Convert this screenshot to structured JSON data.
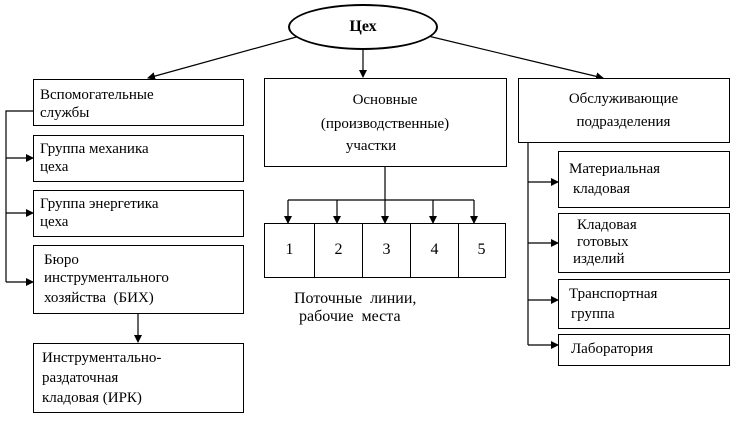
{
  "root": {
    "label": "Цех"
  },
  "left": {
    "header": [
      "Вспомогательные",
      "службы"
    ],
    "items": [
      {
        "lines": [
          "Группа механика",
          "цеха"
        ]
      },
      {
        "lines": [
          "Группа энергетика",
          "цеха"
        ]
      },
      {
        "lines": [
          "Бюро",
          "инструментального",
          "хозяйства  (БИХ)"
        ]
      }
    ],
    "sub": {
      "lines": [
        "Инструментально-",
        "раздаточная",
        "кладовая (ИРК)"
      ]
    }
  },
  "center": {
    "header": [
      "Основные",
      "(производственные)",
      "участки"
    ],
    "cells": [
      "1",
      "2",
      "3",
      "4",
      "5"
    ],
    "caption": [
      "Поточные  линии,",
      "рабочие  места"
    ]
  },
  "right": {
    "header": [
      "Обслуживающие",
      "подразделения"
    ],
    "items": [
      {
        "lines": [
          "Материальная",
          "кладовая"
        ]
      },
      {
        "lines": [
          "Кладовая",
          "готовых",
          "изделий"
        ]
      },
      {
        "lines": [
          "Транспортная",
          "группа"
        ]
      },
      {
        "lines": [
          "Лаборатория"
        ]
      }
    ]
  }
}
